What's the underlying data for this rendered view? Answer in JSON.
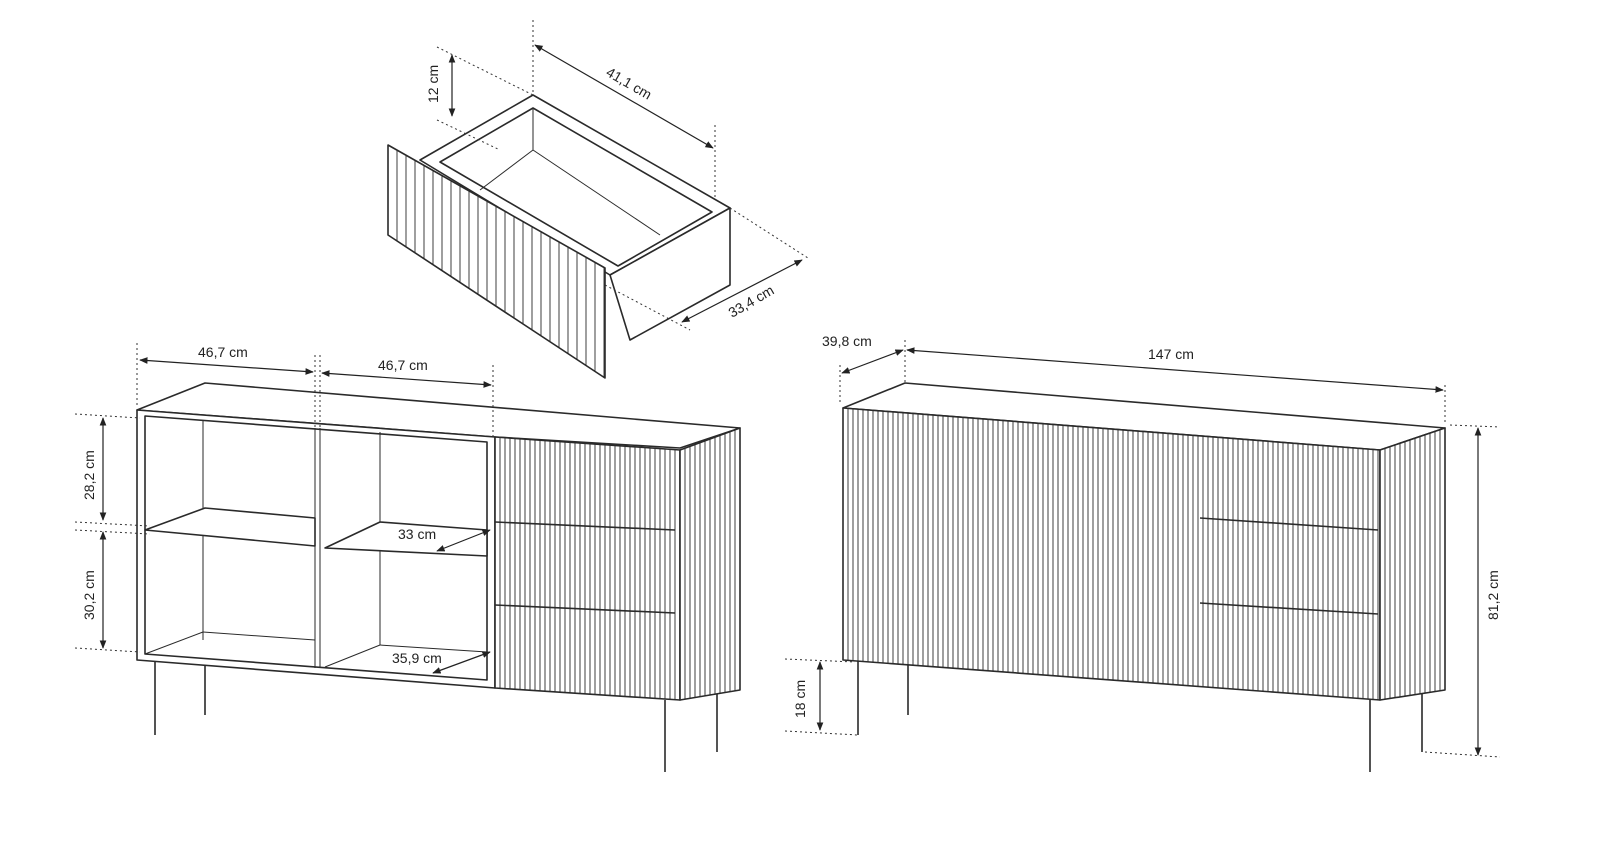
{
  "drawer": {
    "height": "12 cm",
    "depth": "41,1 cm",
    "width": "33,4 cm"
  },
  "open_view": {
    "compartment_width_left": "46,7 cm",
    "compartment_width_right": "46,7 cm",
    "upper_compartment_height": "28,2 cm",
    "lower_compartment_height": "30,2 cm",
    "shelf_depth": "33 cm",
    "bottom_depth": "35,9 cm"
  },
  "closed_view": {
    "depth": "39,8 cm",
    "width": "147 cm",
    "height": "81,2 cm",
    "leg_height": "18 cm"
  },
  "colors": {
    "line": "#2a2a2a",
    "background": "#ffffff"
  }
}
